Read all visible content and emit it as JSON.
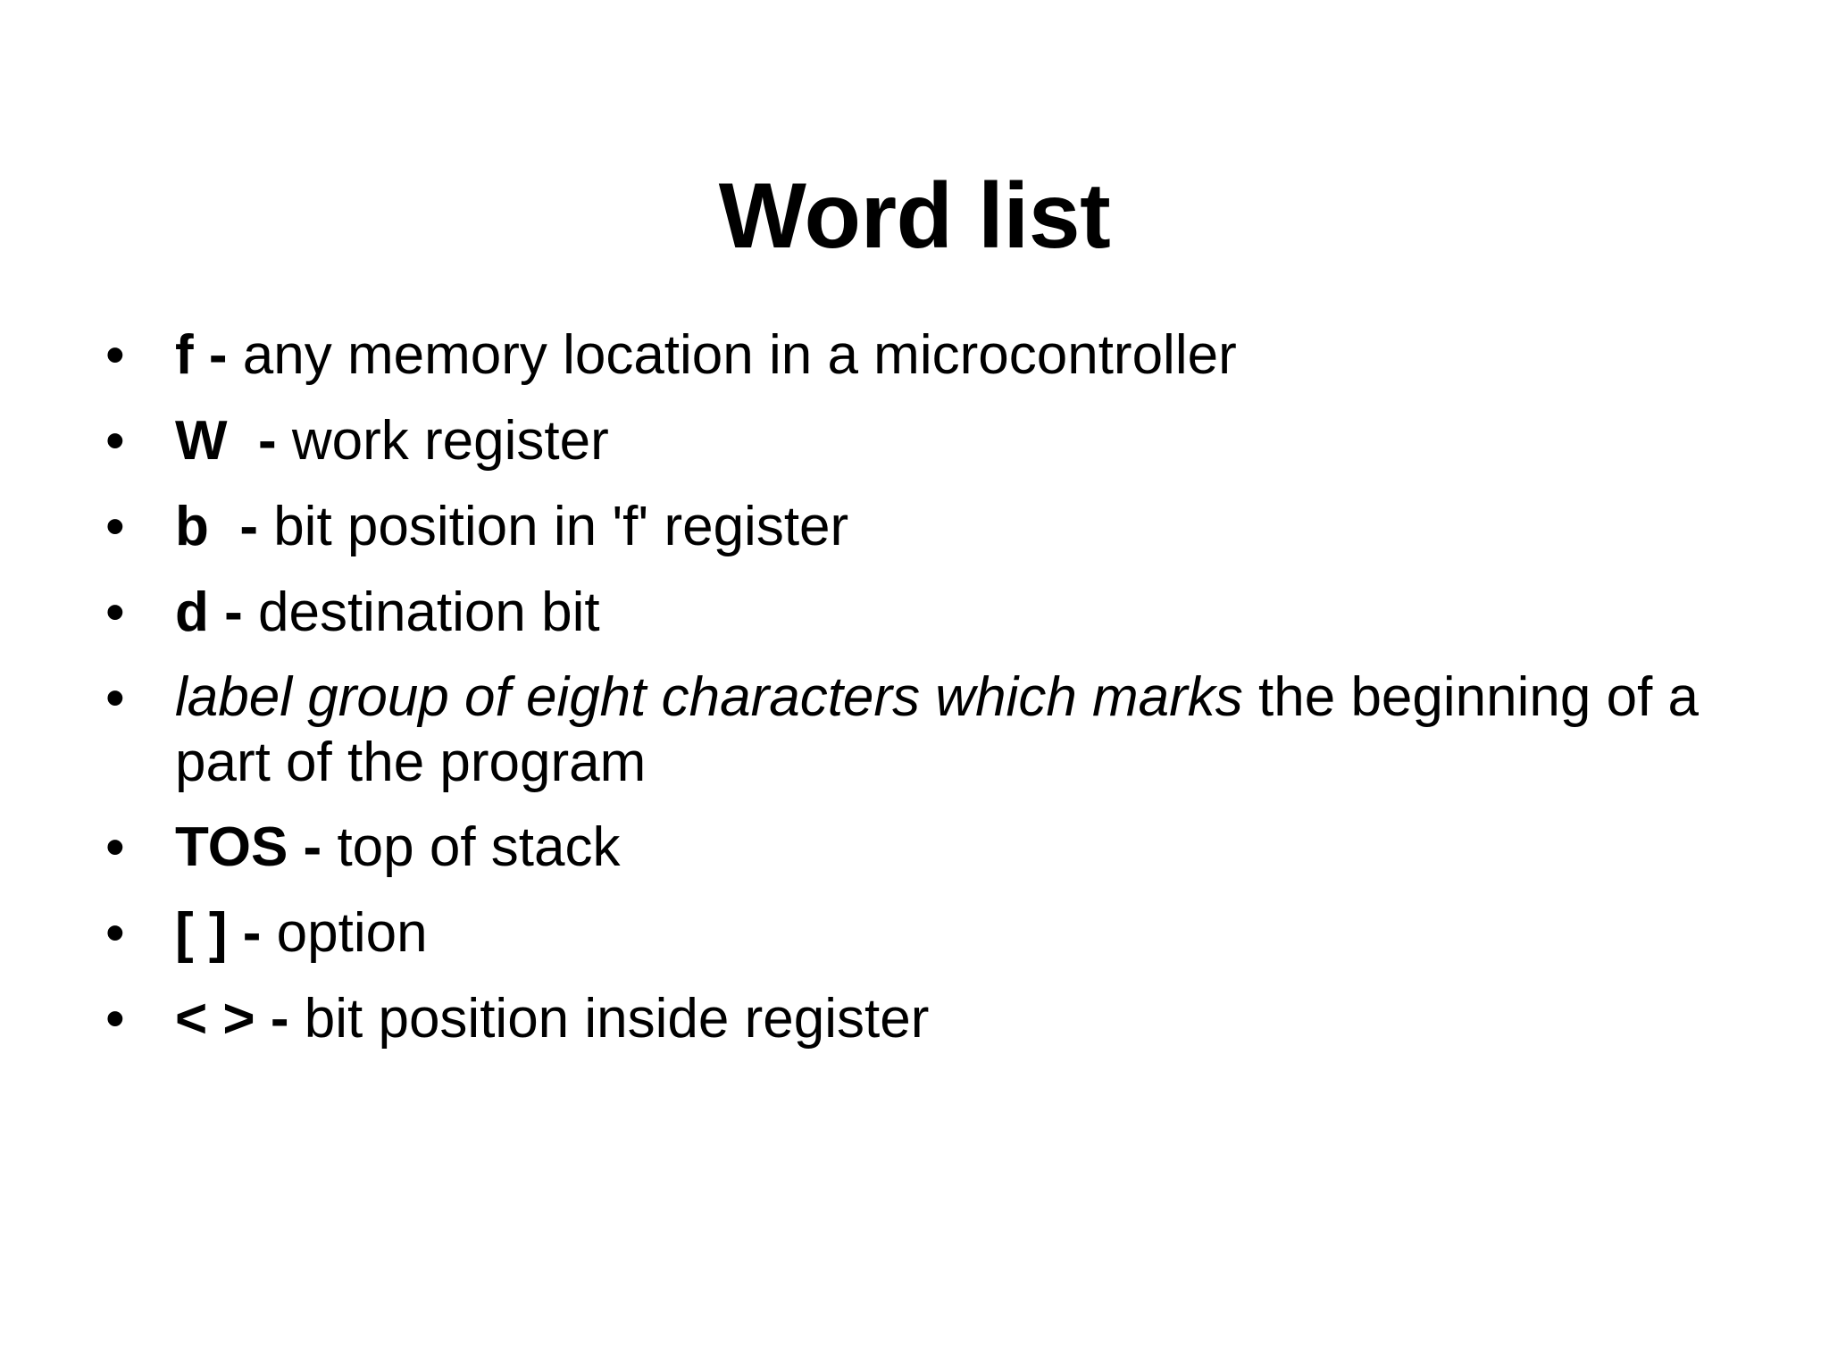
{
  "slide": {
    "title": "Word list",
    "background_color": "#ffffff",
    "text_color": "#000000",
    "bullet_marker": "•",
    "bullets": [
      {
        "marker": "•",
        "lead": "f - ",
        "lead_style": "bold",
        "rest": "any memory location in a microcontroller",
        "full_text": "f - any memory location in a microcontroller"
      },
      {
        "marker": "•",
        "lead": "W  - ",
        "lead_style": "bold",
        "rest": "work register",
        "full_text": "W  - work register"
      },
      {
        "marker": "•",
        "lead": "b  - ",
        "lead_style": "bold",
        "rest": "bit position in 'f' register",
        "full_text": "b  - bit position in 'f' register"
      },
      {
        "marker": "•",
        "lead": "d - ",
        "lead_style": "bold",
        "rest": "destination bit",
        "full_text": "d - destination bit"
      },
      {
        "marker": "•",
        "lead": "label group of eight characters which marks ",
        "lead_style": "italic",
        "rest": "the beginning of a part of the program",
        "full_text": "label group of eight characters which marks the beginning of a part of the program"
      },
      {
        "marker": "•",
        "lead": "TOS - ",
        "lead_style": "bold",
        "rest": "top of stack",
        "full_text": "TOS - top of stack"
      },
      {
        "marker": "•",
        "lead": "[ ] - ",
        "lead_style": "bold",
        "rest": "option",
        "full_text": "[ ] - option"
      },
      {
        "marker": "•",
        "lead": "< > - ",
        "lead_style": "bold",
        "rest": "bit position inside register",
        "full_text": "< > - bit position inside register"
      }
    ]
  }
}
